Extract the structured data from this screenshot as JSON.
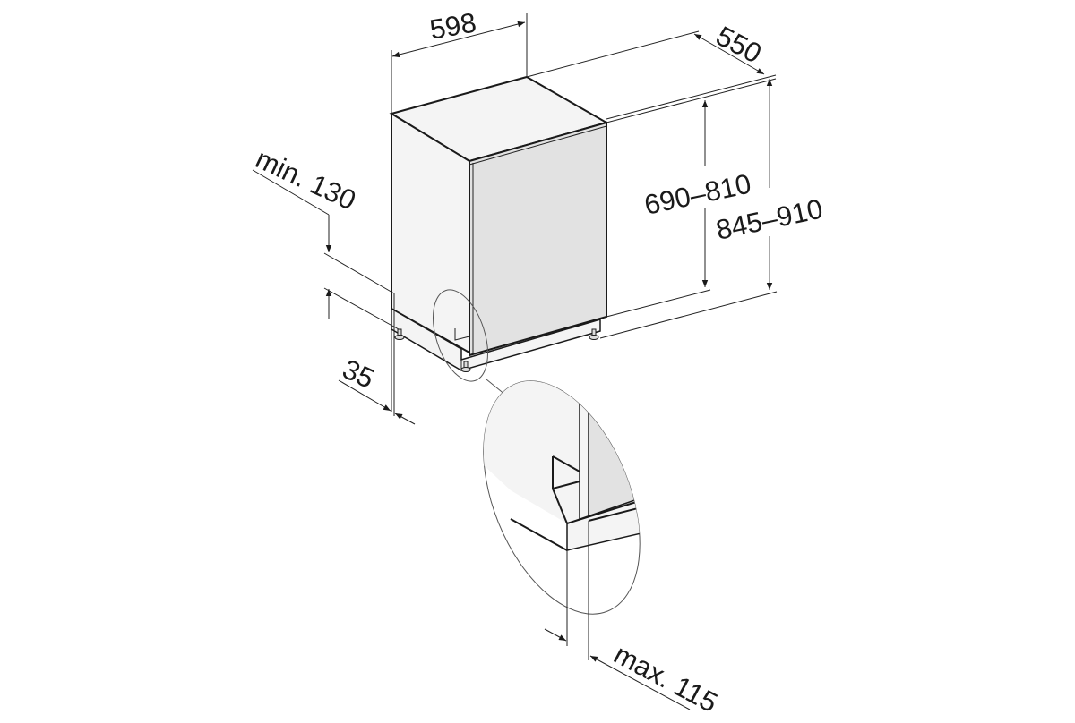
{
  "diagram": {
    "type": "installation-dimension-drawing",
    "subject": "fully integrated appliance (dishwasher) niche dimensions",
    "units": "mm",
    "colors": {
      "background": "#ffffff",
      "lines": "#1a1a1a",
      "side_panel": "#f4f4f4",
      "front_panel": "#e2e2e2"
    },
    "dimensions": {
      "width": "598",
      "depth": "550",
      "door_height": "690–810",
      "niche_height": "845–910",
      "plinth_depth_min": "min. 130",
      "plinth_offset": "35",
      "plinth_recess_max": "max. 115"
    },
    "detail": {
      "label": "magnified plinth/door detail",
      "dimension": "max. 115"
    }
  }
}
